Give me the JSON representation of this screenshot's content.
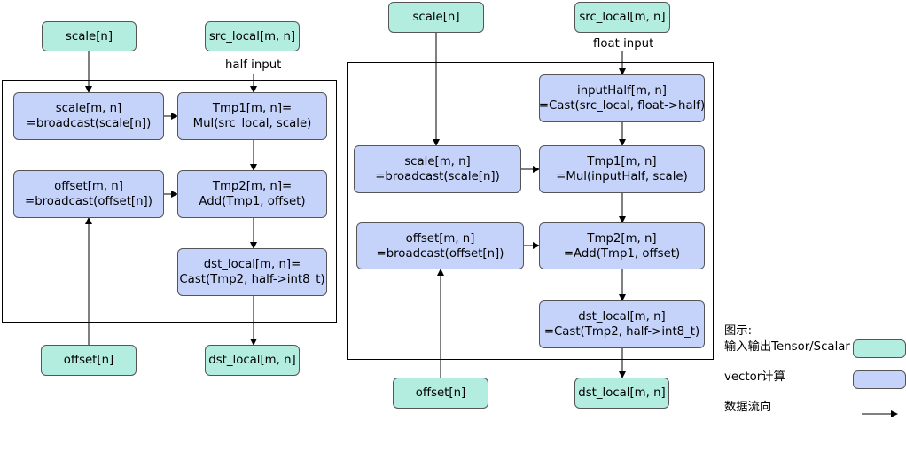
{
  "left": {
    "scale_in": "scale[n]",
    "src_in": "src_local[m, n]",
    "src_note": "half input",
    "scale_bc": [
      "scale[m, n]",
      "=broadcast(scale[n])"
    ],
    "tmp1": [
      "Tmp1[m, n]=",
      "Mul(src_local,  scale)"
    ],
    "offset_bc": [
      "offset[m, n]",
      "=broadcast(offset[n])"
    ],
    "tmp2": [
      "Tmp2[m, n]=",
      "Add(Tmp1, offset)"
    ],
    "dst_cast": [
      "dst_local[m, n]=",
      "Cast(Tmp2, half->int8_t)"
    ],
    "offset_in": "offset[n]",
    "dst_out": "dst_local[m, n]"
  },
  "right": {
    "scale_in": "scale[n]",
    "src_in": "src_local[m, n]",
    "src_note": "float input",
    "input_half": [
      "inputHalf[m, n]",
      "=Cast(src_local, float->half)"
    ],
    "scale_bc": [
      "scale[m, n]",
      "=broadcast(scale[n])"
    ],
    "tmp1": [
      "Tmp1[m, n]",
      "=Mul(inputHalf,  scale)"
    ],
    "offset_bc": [
      "offset[m, n]",
      "=broadcast(offset[n])"
    ],
    "tmp2": [
      "Tmp2[m, n]",
      "=Add(Tmp1, offset)"
    ],
    "dst_cast": [
      "dst_local[m, n]",
      "=Cast(Tmp2, half->int8_t)"
    ],
    "offset_in": "offset[n]",
    "dst_out": "dst_local[m, n]"
  },
  "legend": {
    "title": "图示:",
    "io": "输入输出Tensor/Scalar",
    "vector": "vector计算",
    "flow": "数据流向"
  },
  "colors": {
    "io_fill": "#b2ede0",
    "vector_fill": "#c5d3fb",
    "stroke": "#555555"
  }
}
